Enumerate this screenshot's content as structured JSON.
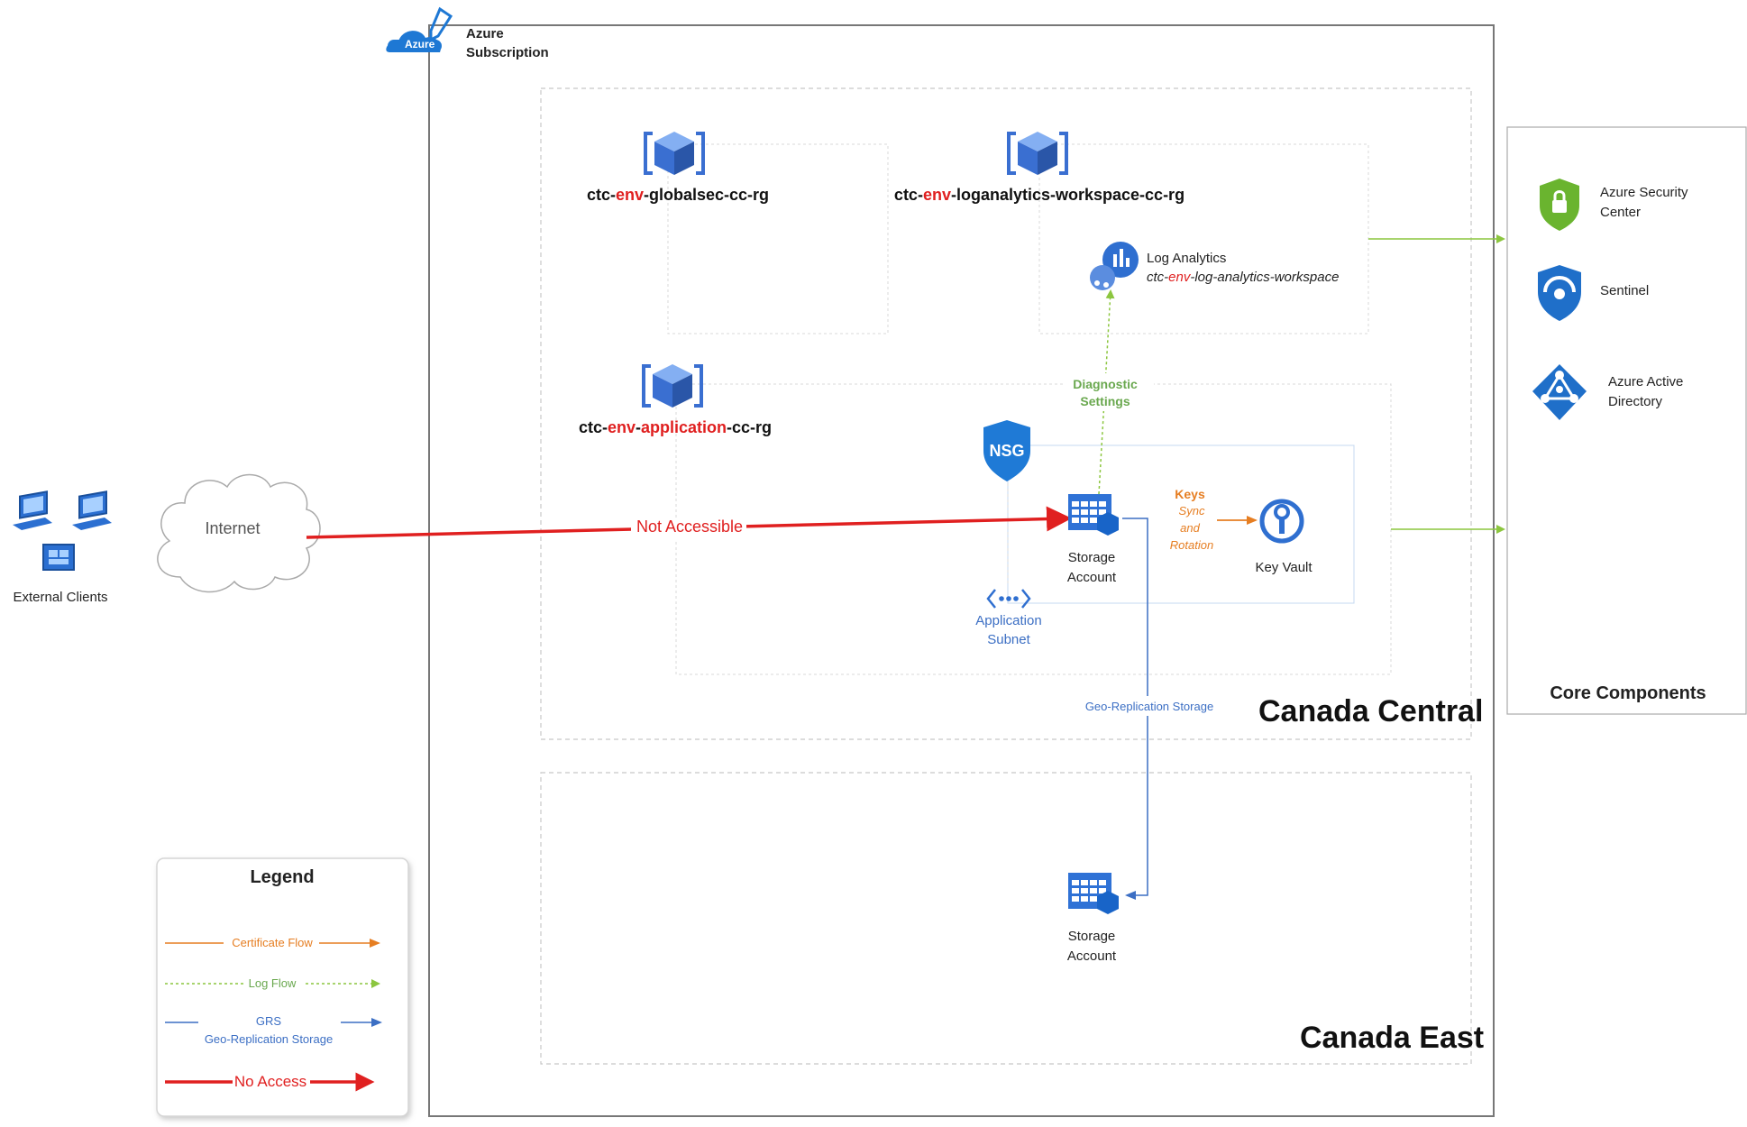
{
  "subscription": {
    "badge": "Azure",
    "title_line1": "Azure",
    "title_line2": "Subscription"
  },
  "clients": {
    "label": "External Clients"
  },
  "internet": {
    "label": "Internet"
  },
  "not_accessible": "Not Accessible",
  "resource_groups": {
    "globalsec": {
      "prefix": "ctc-",
      "env": "env",
      "suffix": "-globalsec-cc-rg"
    },
    "loganalytics": {
      "prefix": "ctc-",
      "env": "env",
      "suffix": "-loganalytics-workspace-cc-rg"
    },
    "application": {
      "prefix": "ctc-",
      "env": "env",
      "middle": "-",
      "app": "application",
      "suffix": "-cc-rg"
    }
  },
  "log_analytics": {
    "title": "Log Analytics",
    "ws_prefix": "ctc-",
    "ws_env": "env",
    "ws_suffix": "-log-analytics-workspace"
  },
  "diagnostic": {
    "line1": "Diagnostic",
    "line2": "Settings"
  },
  "nsg": {
    "label": "NSG"
  },
  "storage_primary": {
    "line1": "Storage",
    "line2": "Account"
  },
  "storage_secondary": {
    "line1": "Storage",
    "line2": "Account"
  },
  "keys": {
    "title": "Keys",
    "line1": "Sync",
    "line2": "and",
    "line3": "Rotation"
  },
  "key_vault": {
    "label": "Key Vault"
  },
  "subnet": {
    "line1": "Application",
    "line2": "Subnet"
  },
  "geo_replication": "Geo-Replication Storage",
  "regions": {
    "central": "Canada Central",
    "east": "Canada East"
  },
  "core": {
    "title": "Core Components",
    "security_center_1": "Azure Security",
    "security_center_2": "Center",
    "sentinel": "Sentinel",
    "aad_1": "Azure Active",
    "aad_2": "Directory"
  },
  "legend": {
    "title": "Legend",
    "certificate_flow": "Certificate Flow",
    "log_flow": "Log Flow",
    "grs_1": "GRS",
    "grs_2": "Geo-Replication Storage",
    "no_access": "No Access"
  },
  "colors": {
    "cube": "#3a6fd1",
    "azure_blue": "#1e88e5",
    "no_access_red": "#e02020",
    "log_green": "#8cc63f",
    "cert_orange": "#e67e22",
    "grs_blue": "#3c6fc4",
    "security_green": "#6ab42f"
  }
}
